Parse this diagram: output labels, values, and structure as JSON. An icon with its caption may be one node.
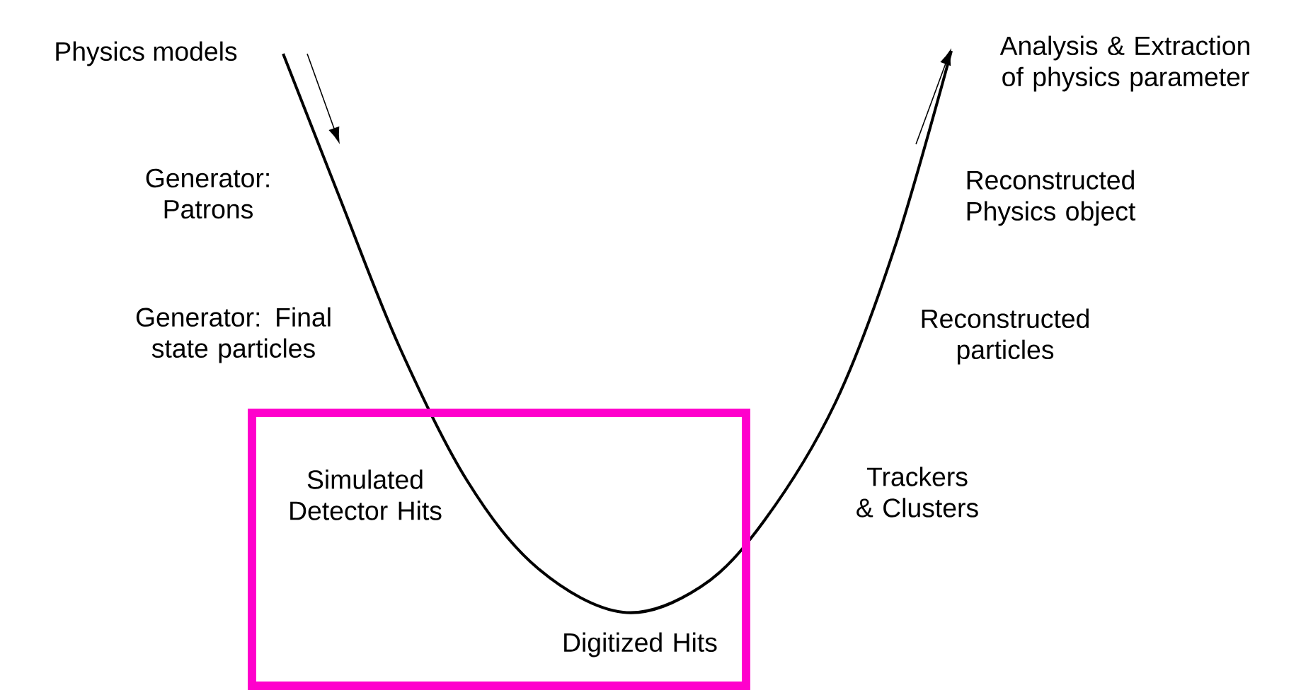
{
  "diagram": {
    "nodes": [
      {
        "text": [
          "Simulated Detector Hits",
          "Digitized Hits"
        ]
      }
    ],
    "labels": [
      "Physics models",
      "Analysis & Extraction of physics parameter",
      "Generator: Patrons",
      "Reconstructed Physics object",
      "Generator: Final state particles",
      "Reconstructed particles",
      "Trackers & Clusters"
    ]
  }
}
